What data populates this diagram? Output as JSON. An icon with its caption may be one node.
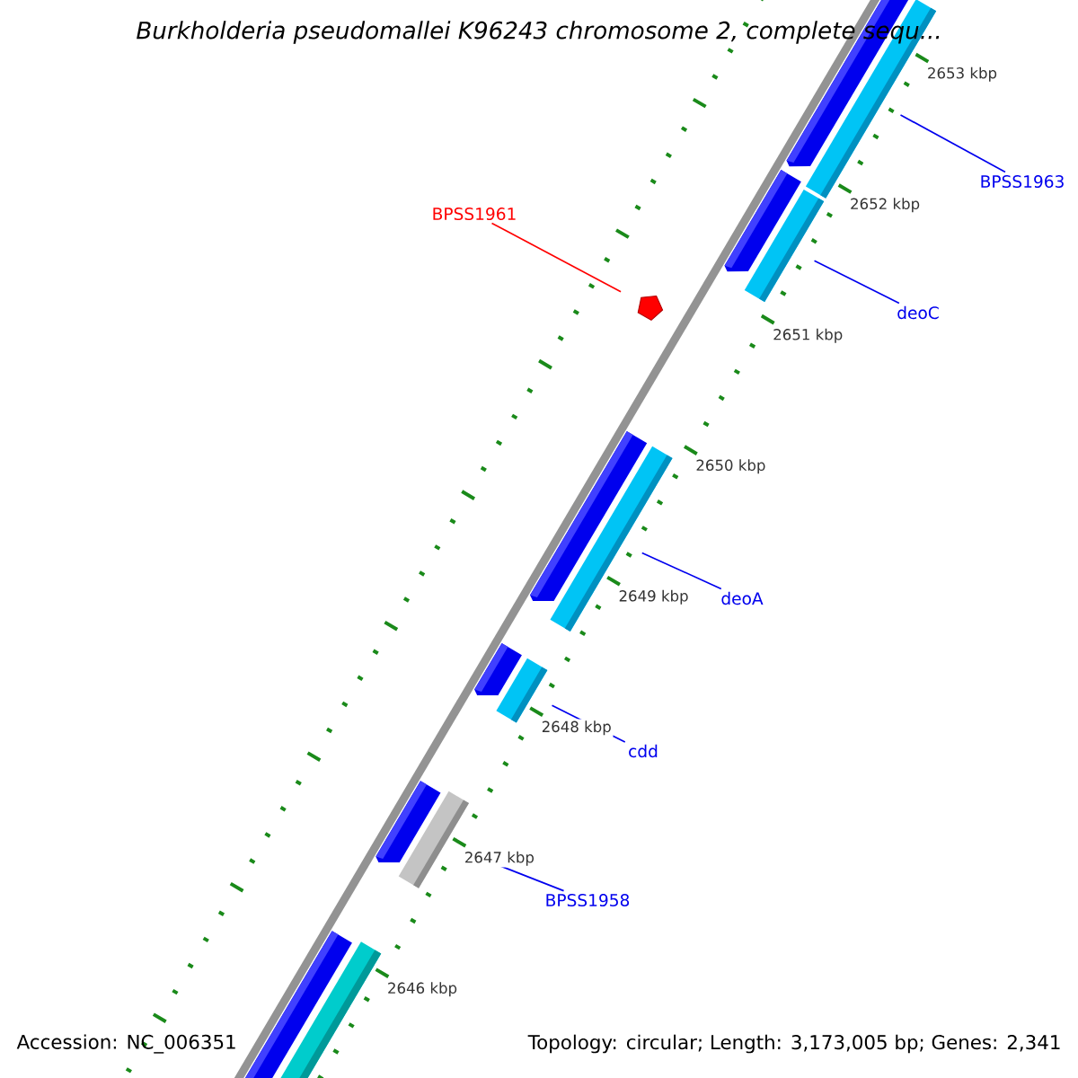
{
  "diagram": {
    "title": "Burkholderia pseudomallei K96243 chromosome 2, complete sequ...",
    "nodes": [
      {
        "text": [
          "BPSS1961"
        ]
      },
      {
        "text": [],
        "shape": "pentagon"
      },
      {
        "text": [],
        "shape": "bar"
      },
      {
        "text": [
          "BPSS1963"
        ]
      },
      {
        "text": [],
        "shape": "bar"
      },
      {
        "text": [
          "deoC"
        ]
      },
      {
        "text": [],
        "shape": "bar"
      },
      {
        "text": [
          "deoA"
        ]
      },
      {
        "text": [],
        "shape": "bar"
      },
      {
        "text": [
          "cdd"
        ]
      },
      {
        "text": [],
        "shape": "bar"
      },
      {
        "text": [
          "BPSS1958"
        ]
      }
    ],
    "edges": [
      {
        "from": 0,
        "to": 1,
        "arrow": "none",
        "color": "#ff0000"
      },
      {
        "from": 3,
        "to": 2,
        "arrow": "none"
      },
      {
        "from": 5,
        "to": 4,
        "arrow": "none"
      },
      {
        "from": 7,
        "to": 6,
        "arrow": "none"
      },
      {
        "from": 9,
        "to": 8,
        "arrow": "none"
      },
      {
        "from": 11,
        "to": 10,
        "arrow": "none"
      }
    ],
    "labels": [
      "2653 kbp",
      "2652 kbp",
      "2651 kbp",
      "2650 kbp",
      "2649 kbp",
      "2648 kbp",
      "2647 kbp",
      "2646 kbp",
      "Accession: NC_006351",
      "Topology: circular; Length: 3,173,005 bp; Genes: 2,341"
    ]
  }
}
